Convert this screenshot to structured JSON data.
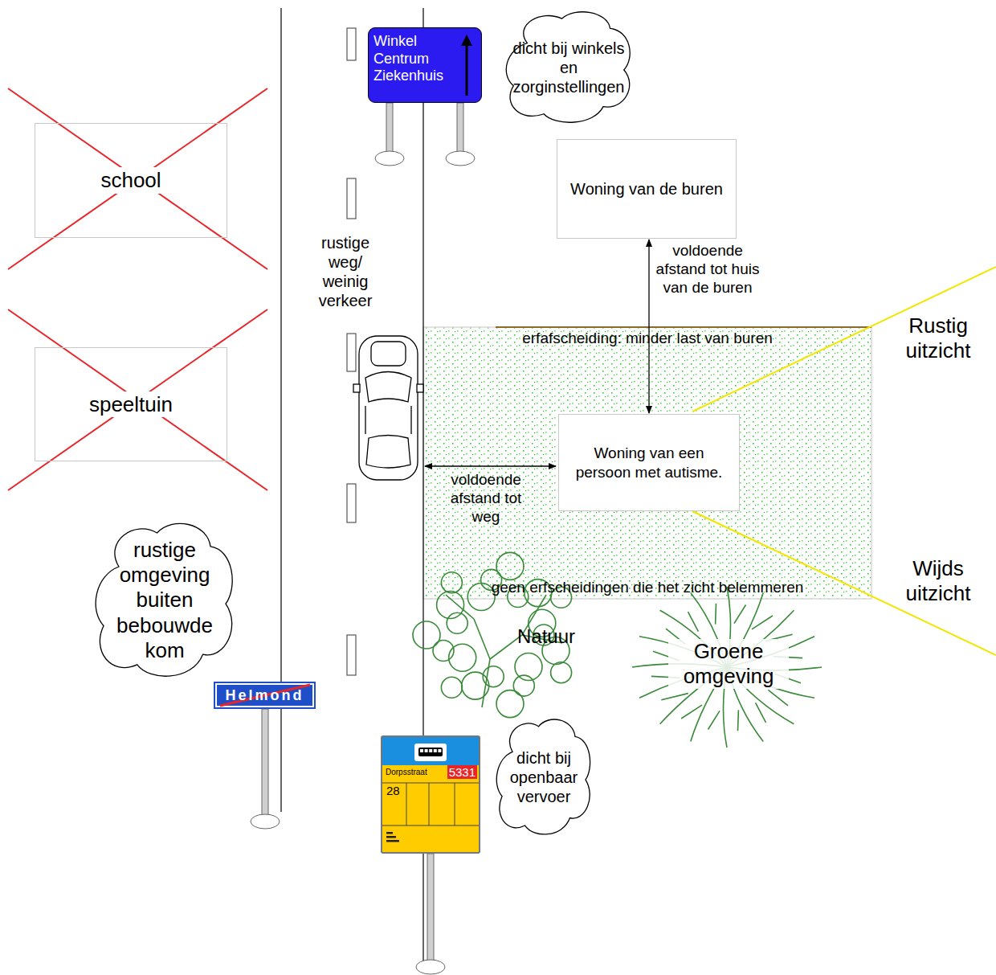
{
  "diagram": {
    "nodes": [
      {
        "text": [
          "Winkel Centrum Ziekenhuis"
        ]
      },
      {
        "text": [
          "dicht bij winkels en zorginstellingen"
        ]
      },
      {
        "text": [
          "school"
        ]
      },
      {
        "text": [
          "Woning van de buren"
        ]
      },
      {
        "text": [
          "speeltuin"
        ]
      },
      {
        "text": [
          "erfafscheiding: minder last van buren",
          "geen erfscheidingen die het zicht belemmeren"
        ]
      },
      {
        "text": [
          "Woning van een persoon met autisme."
        ],
        "in": 5
      },
      {
        "text": [
          "rustige omgeving buiten bebouwde kom"
        ]
      },
      {
        "text": [
          "Helmond"
        ]
      },
      {
        "text": [
          "Dorpsstraat",
          "5331",
          "28"
        ]
      },
      {
        "text": [
          "dicht bij openbaar vervoer"
        ]
      }
    ],
    "edges": [
      {
        "from": 3,
        "to": 6,
        "arrow": "both",
        "label": "voldoende afstand tot huis van de buren"
      }
    ],
    "labels": [
      "rustige weg/ weinig verkeer",
      "voldoende afstand tot weg",
      "Rustig uitzicht",
      "Wijds uitzicht",
      "Natuur",
      "Groene omgeving"
    ]
  }
}
